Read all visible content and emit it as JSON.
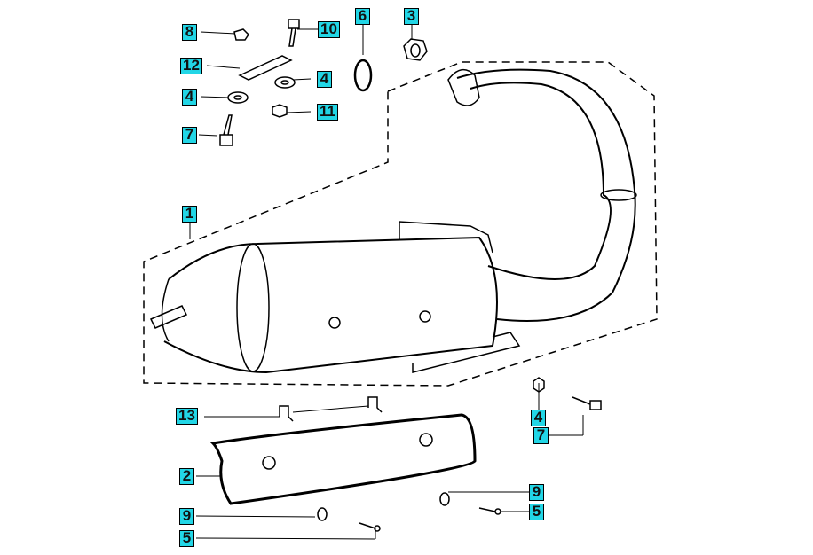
{
  "diagram": {
    "type": "exploded parts view",
    "label_color": "#22d6e6",
    "callouts": [
      {
        "id": "c8",
        "label": "8"
      },
      {
        "id": "c10",
        "label": "10"
      },
      {
        "id": "c6",
        "label": "6"
      },
      {
        "id": "c3",
        "label": "3"
      },
      {
        "id": "c12",
        "label": "12"
      },
      {
        "id": "c4a",
        "label": "4"
      },
      {
        "id": "c4b",
        "label": "4"
      },
      {
        "id": "c11",
        "label": "11"
      },
      {
        "id": "c7a",
        "label": "7"
      },
      {
        "id": "c1",
        "label": "1"
      },
      {
        "id": "c13",
        "label": "13"
      },
      {
        "id": "c2",
        "label": "2"
      },
      {
        "id": "c9a",
        "label": "9"
      },
      {
        "id": "c5a",
        "label": "5"
      },
      {
        "id": "c4c",
        "label": "4"
      },
      {
        "id": "c7b",
        "label": "7"
      },
      {
        "id": "c9b",
        "label": "9"
      },
      {
        "id": "c5b",
        "label": "5"
      }
    ]
  }
}
